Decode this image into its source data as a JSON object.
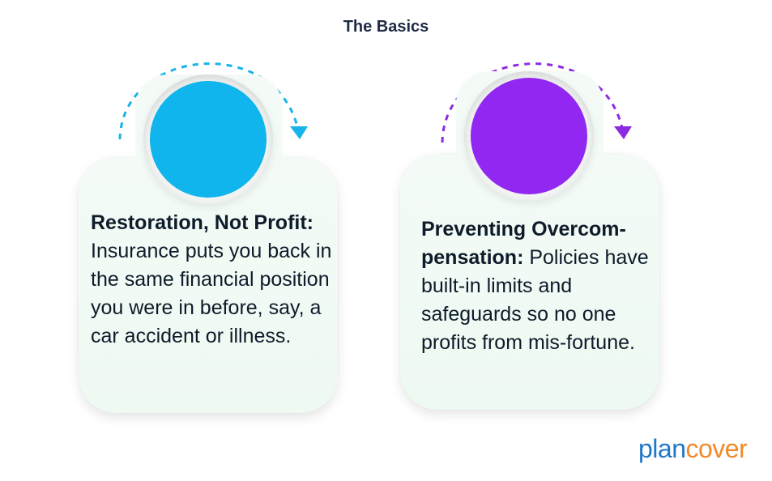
{
  "title": "The Basics",
  "cards": [
    {
      "heading": "Restoration, Not Profit:",
      "body": " Insurance puts you back in the same financial position you were in before, say, a car accident or illness.",
      "circle_color": "#0fb5ec",
      "arrow_color": "#17b4ea"
    },
    {
      "heading": "Preventing Overcom-pensation:",
      "body": " Policies have built-in limits and safeguards so no one profits from mis-fortune.",
      "circle_color": "#9127f0",
      "arrow_color": "#8a2be2"
    }
  ],
  "logo": {
    "part1": "plan",
    "part2": "cover",
    "color1": "#1f78c8",
    "color2": "#f08a2a"
  }
}
